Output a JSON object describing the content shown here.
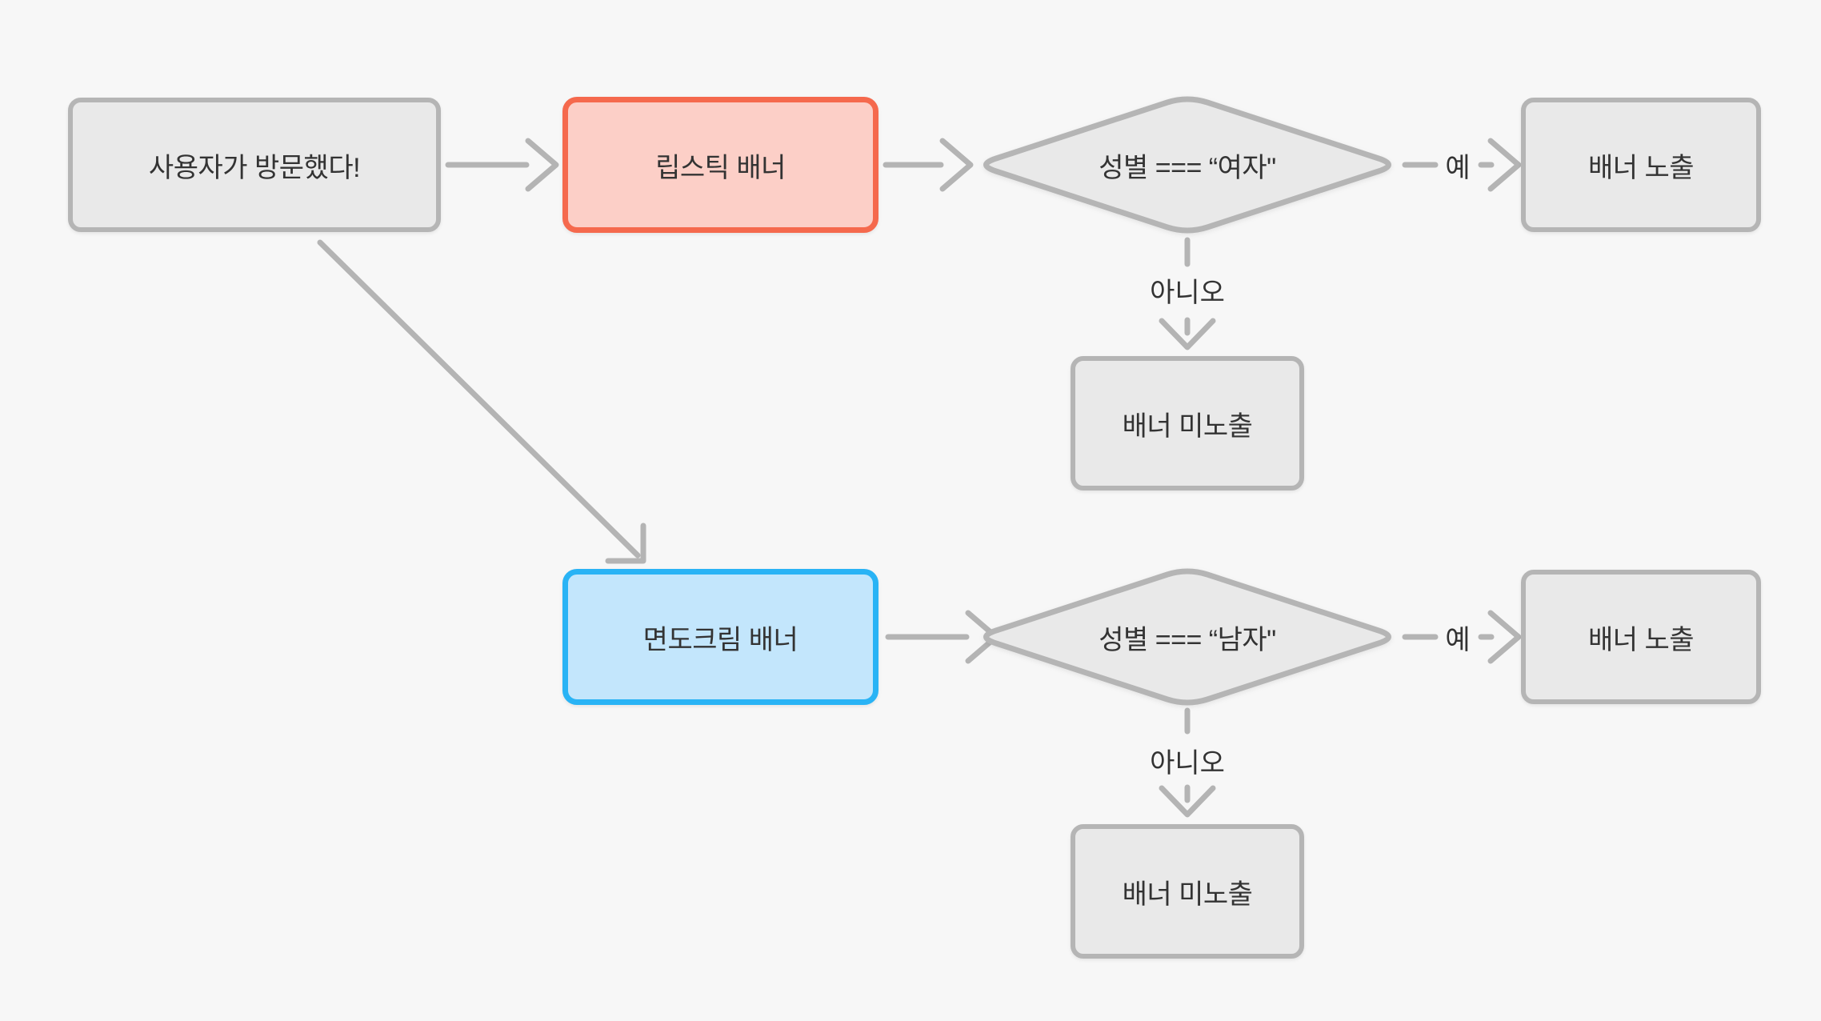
{
  "diagram": {
    "description": "banner display decision flowchart"
  },
  "colors": {
    "background": "#f7f7f7",
    "neutral_fill": "#e9e9e9",
    "neutral_stroke": "#b5b5b5",
    "connector": "#b4b4b4",
    "lipstick_fill": "#fccfc7",
    "lipstick_stroke": "#f5694d",
    "shaving_fill": "#c3e6fc",
    "shaving_stroke": "#29b3f5",
    "text": "#333333"
  },
  "nodes": {
    "start": {
      "label": "사용자가 방문했다!"
    },
    "lipstick": {
      "label": "립스틱 배너"
    },
    "cond_female": {
      "label": "성별 === “여자\""
    },
    "expose_female": {
      "label": "배너 노출"
    },
    "hide_female": {
      "label": "배너 미노출"
    },
    "shaving": {
      "label": "면도크림 배너"
    },
    "cond_male": {
      "label": "성별 === “남자\""
    },
    "expose_male": {
      "label": "배너 노출"
    },
    "hide_male": {
      "label": "배너 미노출"
    }
  },
  "edges": {
    "yes_female": "예",
    "no_female": "아니오",
    "yes_male": "예",
    "no_male": "아니오"
  }
}
